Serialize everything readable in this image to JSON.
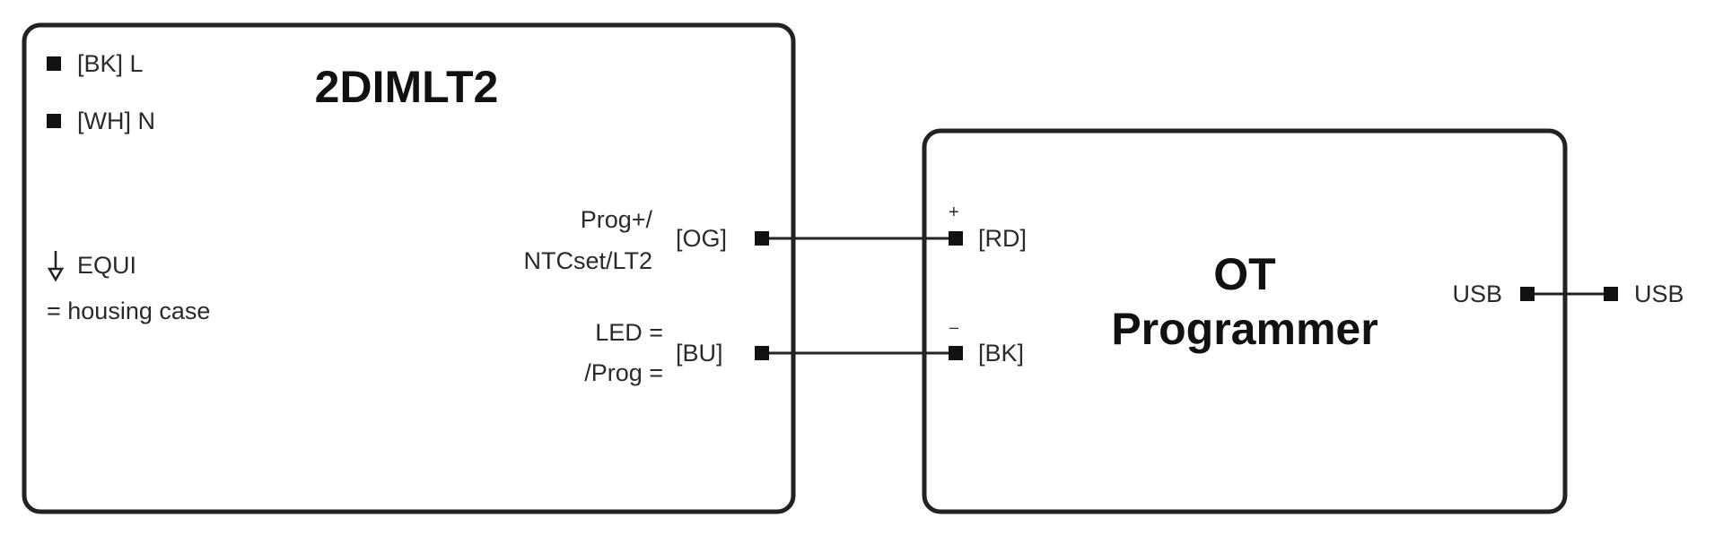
{
  "device": {
    "title": "2DIMLT2",
    "mains": [
      {
        "label": "[BK] L"
      },
      {
        "label": "[WH] N"
      }
    ],
    "ground": {
      "label": "EQUI",
      "note": "= housing case",
      "icon": "ground-icon"
    },
    "terminals": [
      {
        "function_line1": "Prog+/",
        "function_line2": "NTCset/LT2",
        "color_code": "[OG]"
      },
      {
        "function_line1": "LED =",
        "function_line2": "/Prog =",
        "color_code": "[BU]"
      }
    ]
  },
  "programmer": {
    "title_line1": "OT",
    "title_line2": "Programmer",
    "inputs": [
      {
        "polarity": "+",
        "color_code": "[RD]"
      },
      {
        "polarity": "–",
        "color_code": "[BK]"
      }
    ],
    "usb_label": "USB"
  },
  "usb_external": {
    "label": "USB"
  }
}
